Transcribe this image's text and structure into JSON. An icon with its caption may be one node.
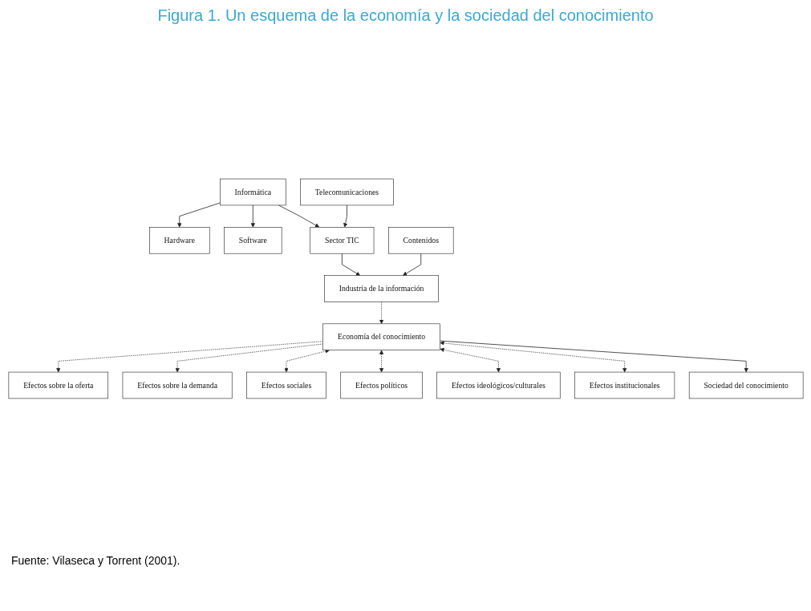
{
  "diagram": {
    "title": "Figura 1. Un esquema de la economía y la sociedad del conocimiento",
    "caption": "Fuente: Vilaseca y Torrent (2001).",
    "nodes": [
      {
        "text": [
          "Telecomunicaciones"
        ]
      },
      {
        "text": [
          "Informática"
        ]
      },
      {
        "text": [
          "Hardware"
        ]
      },
      {
        "text": [
          "Software"
        ]
      },
      {
        "text": [
          "Sector TIC"
        ]
      },
      {
        "text": [
          "Contenidos"
        ]
      },
      {
        "text": [
          "Industria de la información"
        ]
      },
      {
        "text": [
          "Efectos sobre la oferta"
        ]
      },
      {
        "text": [
          "Efectos sobre la demanda"
        ]
      },
      {
        "text": [
          "Economía del conocimiento"
        ]
      },
      {
        "text": [
          "Efectos sociales"
        ]
      },
      {
        "text": [
          "Efectos políticos"
        ]
      },
      {
        "text": [
          "Efectos ideológicos/culturales"
        ]
      },
      {
        "text": [
          "Efectos institucionales"
        ]
      },
      {
        "text": [
          "Sociedad del conocimiento"
        ]
      }
    ],
    "edges": [
      {
        "from": 1,
        "to": 2,
        "arrow": "to"
      },
      {
        "from": 1,
        "to": 3,
        "arrow": "to"
      },
      {
        "from": 0,
        "to": 4,
        "arrow": "to"
      },
      {
        "from": 1,
        "to": 4,
        "arrow": "to"
      },
      {
        "from": 4,
        "to": 6,
        "arrow": "to"
      },
      {
        "from": 5,
        "to": 6,
        "arrow": "to"
      },
      {
        "from": 6,
        "to": 9,
        "arrow": "to",
        "style": "dashed"
      },
      {
        "from": 9,
        "to": 7,
        "arrow": "to",
        "style": "dashed"
      },
      {
        "from": 9,
        "to": 8,
        "arrow": "to",
        "style": "dashed"
      },
      {
        "from": 9,
        "to": 10,
        "arrow": "both",
        "style": "dashed"
      },
      {
        "from": 9,
        "to": 11,
        "arrow": "both",
        "style": "dashed"
      },
      {
        "from": 9,
        "to": 12,
        "arrow": "both",
        "style": "dashed"
      },
      {
        "from": 9,
        "to": 13,
        "arrow": "both",
        "style": "dashed"
      },
      {
        "from": 9,
        "to": 14,
        "arrow": "to"
      }
    ]
  }
}
